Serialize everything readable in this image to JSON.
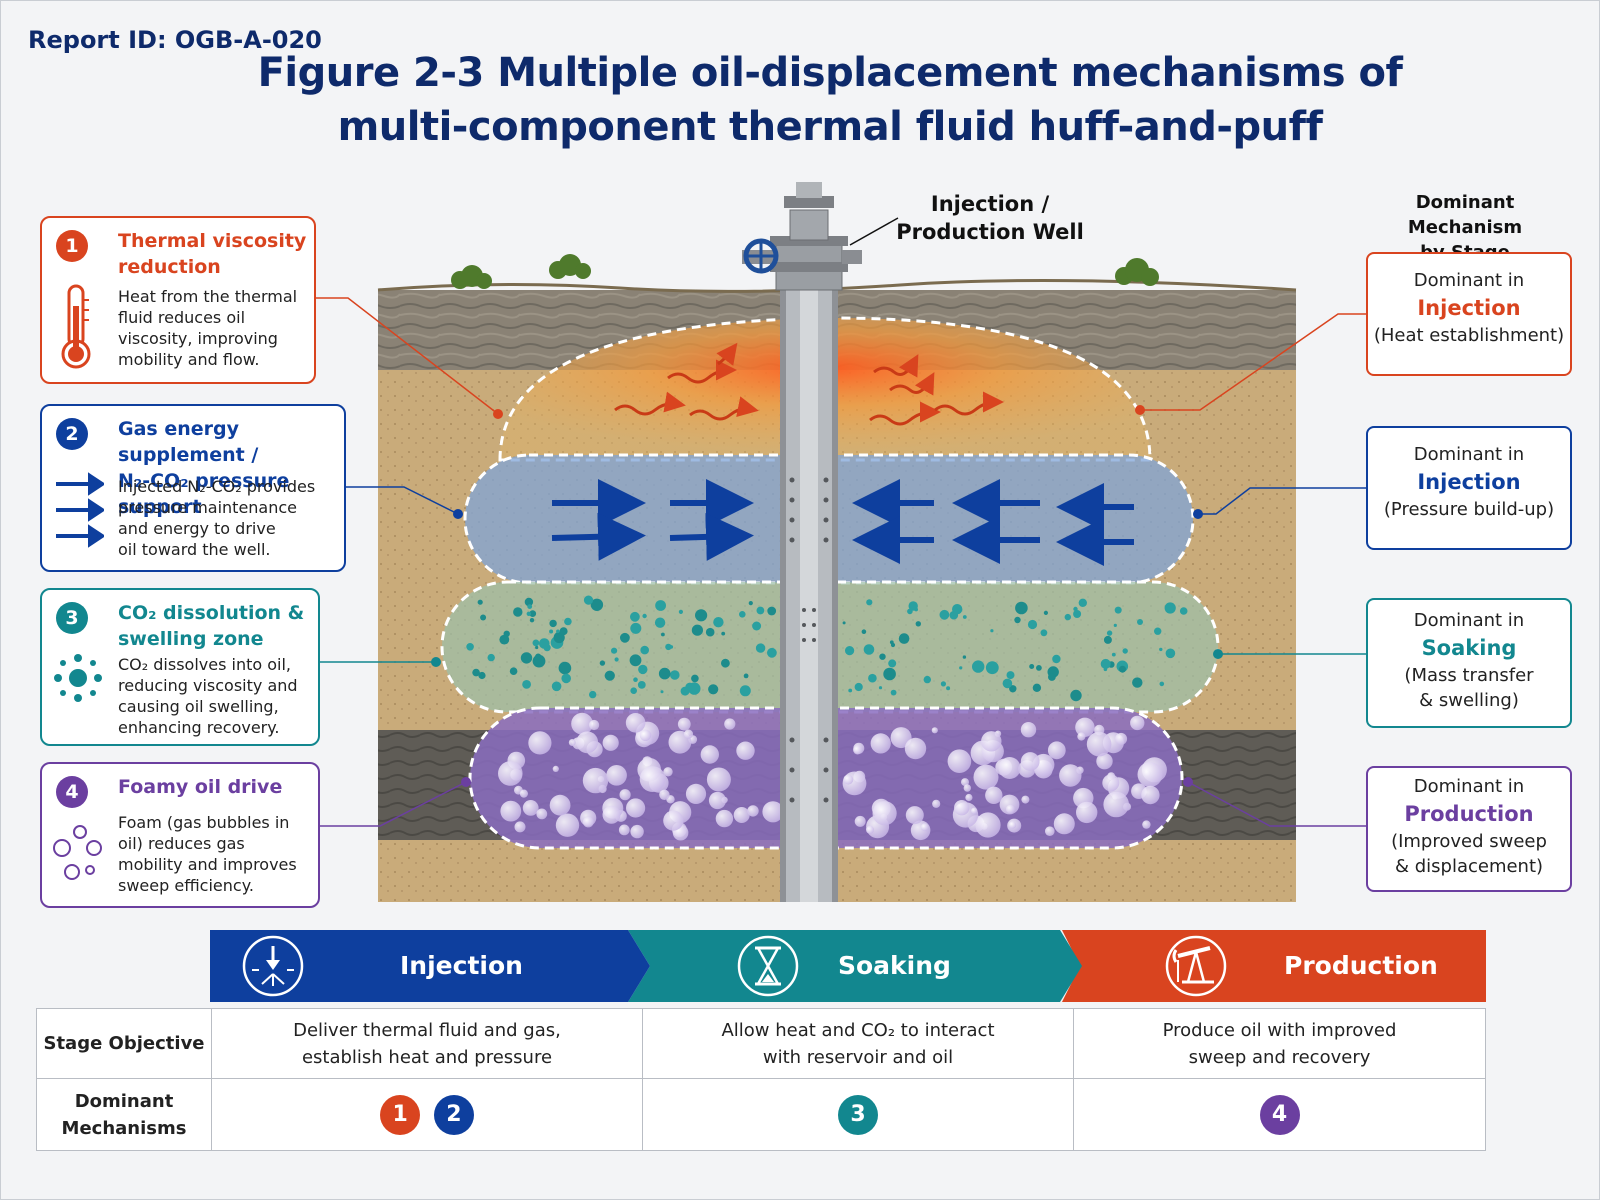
{
  "report_id": "Report ID: OGB-A-020",
  "title_line1": "Figure 2-3 Multiple oil-displacement mechanisms of",
  "title_line2": "multi-component thermal fluid huff-and-puff",
  "well_label_1": "Injection /",
  "well_label_2": "Production Well",
  "dominant_header_1": "Dominant Mechanism",
  "dominant_header_2": "by Stage",
  "colors": {
    "thermal": "#d9441f",
    "gas": "#0e3f9e",
    "co2": "#12878f",
    "foam": "#6b3fa0",
    "navy": "#0e2a6b"
  },
  "mechanisms": [
    {
      "num": "1",
      "title_1": "Thermal viscosity",
      "title_2": "reduction",
      "desc": [
        "Heat from the thermal",
        "fluid reduces oil",
        "viscosity, improving",
        "mobility and flow."
      ],
      "icon": "thermometer-icon"
    },
    {
      "num": "2",
      "title_1": "Gas energy supplement /",
      "title_2": "N₂-CO₂ pressure support",
      "desc": [
        "Injected N₂-CO₂ provides",
        "pressure maintenance",
        "and energy to drive",
        "oil toward the well."
      ],
      "icon": "arrows-icon"
    },
    {
      "num": "3",
      "title_1": "CO₂ dissolution &",
      "title_2": "swelling zone",
      "desc": [
        "CO₂ dissolves into oil,",
        "reducing viscosity and",
        "causing oil swelling,",
        "enhancing recovery."
      ],
      "icon": "molecules-icon"
    },
    {
      "num": "4",
      "title_1": "Foamy oil drive",
      "title_2": "",
      "desc": [
        "Foam (gas bubbles in",
        "oil) reduces gas",
        "mobility and improves",
        "sweep efficiency."
      ],
      "icon": "bubbles-icon"
    }
  ],
  "dominant": [
    {
      "lead": "Dominant in",
      "phase": "Injection",
      "note_1": "(Heat establishment)",
      "note_2": ""
    },
    {
      "lead": "Dominant in",
      "phase": "Injection",
      "note_1": "(Pressure build-up)",
      "note_2": ""
    },
    {
      "lead": "Dominant in",
      "phase": "Soaking",
      "note_1": "(Mass transfer",
      "note_2": "& swelling)"
    },
    {
      "lead": "Dominant in",
      "phase": "Production",
      "note_1": "(Improved sweep",
      "note_2": "& displacement)"
    }
  ],
  "stages": [
    {
      "label": "Injection",
      "icon": "injection-icon"
    },
    {
      "label": "Soaking",
      "icon": "hourglass-icon"
    },
    {
      "label": "Production",
      "icon": "pumpjack-icon"
    }
  ],
  "table": {
    "row1_header": "Stage Objective",
    "row2_header_1": "Dominant",
    "row2_header_2": "Mechanisms",
    "objectives": [
      {
        "line1": "Deliver thermal fluid and gas,",
        "line2": "establish heat and pressure"
      },
      {
        "line1": "Allow heat and CO₂ to interact",
        "line2": "with reservoir and oil"
      },
      {
        "line1": "Produce oil with improved",
        "line2": "sweep and recovery"
      }
    ],
    "mechanism_refs": [
      [
        "1",
        "2"
      ],
      [
        "3"
      ],
      [
        "4"
      ]
    ]
  }
}
